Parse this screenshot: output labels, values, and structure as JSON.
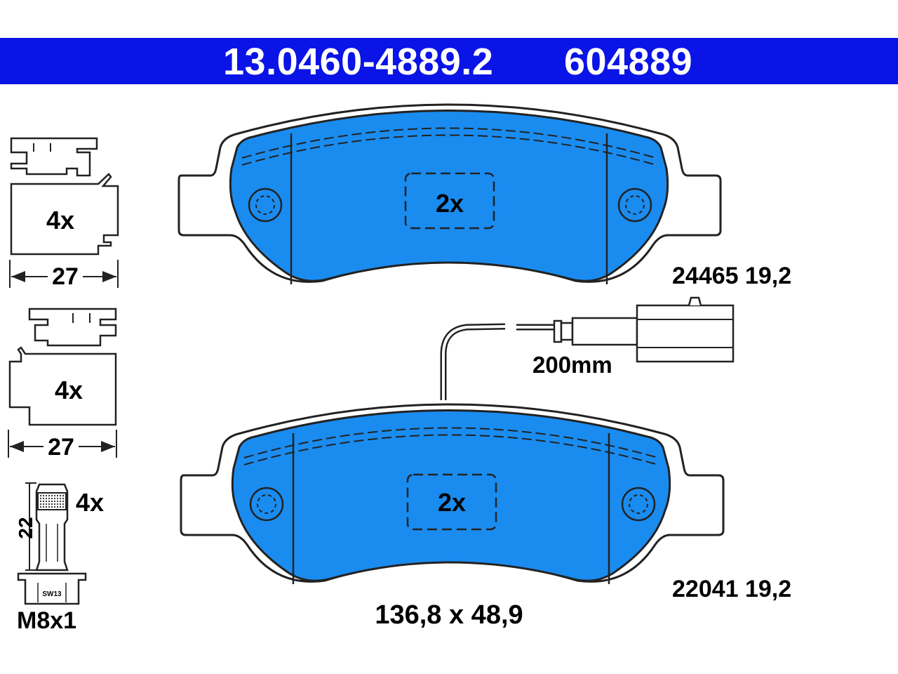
{
  "header": {
    "part_number": "13.0460-4889.2",
    "ref_number": "604889"
  },
  "colors": {
    "banner": "#0a14e6",
    "pad_fill": "#1a8cf0",
    "outline": "#222222"
  },
  "clips": {
    "top": {
      "quantity": "4x",
      "width": "27"
    },
    "bottom": {
      "quantity": "4x",
      "width": "27"
    }
  },
  "bolt": {
    "quantity": "4x",
    "length": "22",
    "wrench": "SW13",
    "thread": "M8x1"
  },
  "pads": {
    "upper": {
      "quantity": "2x",
      "wva": "24465 19,2"
    },
    "lower": {
      "quantity": "2x",
      "wva": "22041 19,2"
    },
    "dimensions": "136,8 x 48,9"
  },
  "sensor": {
    "length": "200mm"
  }
}
